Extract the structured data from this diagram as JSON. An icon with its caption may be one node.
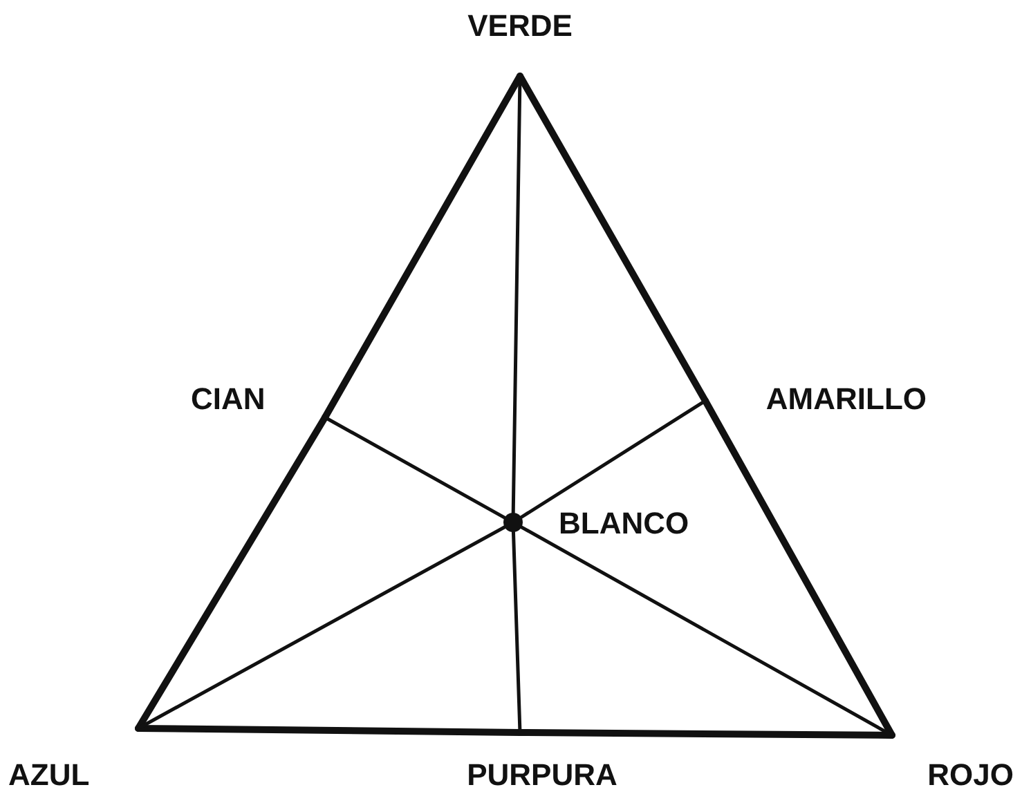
{
  "diagram": {
    "nodes": [
      {
        "text": [
          "VERDE"
        ]
      },
      {
        "text": [
          "CIAN"
        ]
      },
      {
        "text": [
          "AMARILLO"
        ]
      },
      {
        "text": [],
        "shape": "circle",
        "beside": [
          "BLANCO"
        ]
      },
      {
        "text": [
          "AZUL"
        ]
      },
      {
        "text": [
          "PURPURA"
        ]
      },
      {
        "text": [
          "ROJO"
        ]
      }
    ],
    "edges": [
      {
        "from": 0,
        "to": 1,
        "arrow": "none",
        "style": "thick"
      },
      {
        "from": 1,
        "to": 4,
        "arrow": "none",
        "style": "thick"
      },
      {
        "from": 0,
        "to": 2,
        "arrow": "none",
        "style": "thick"
      },
      {
        "from": 2,
        "to": 6,
        "arrow": "none",
        "style": "thick"
      },
      {
        "from": 4,
        "to": 5,
        "arrow": "none",
        "style": "thick"
      },
      {
        "from": 5,
        "to": 6,
        "arrow": "none",
        "style": "thick"
      },
      {
        "from": 0,
        "to": 3,
        "arrow": "none"
      },
      {
        "from": 3,
        "to": 5,
        "arrow": "none"
      },
      {
        "from": 4,
        "to": 3,
        "arrow": "none"
      },
      {
        "from": 3,
        "to": 2,
        "arrow": "none"
      },
      {
        "from": 6,
        "to": 3,
        "arrow": "none"
      },
      {
        "from": 3,
        "to": 1,
        "arrow": "none"
      }
    ]
  }
}
